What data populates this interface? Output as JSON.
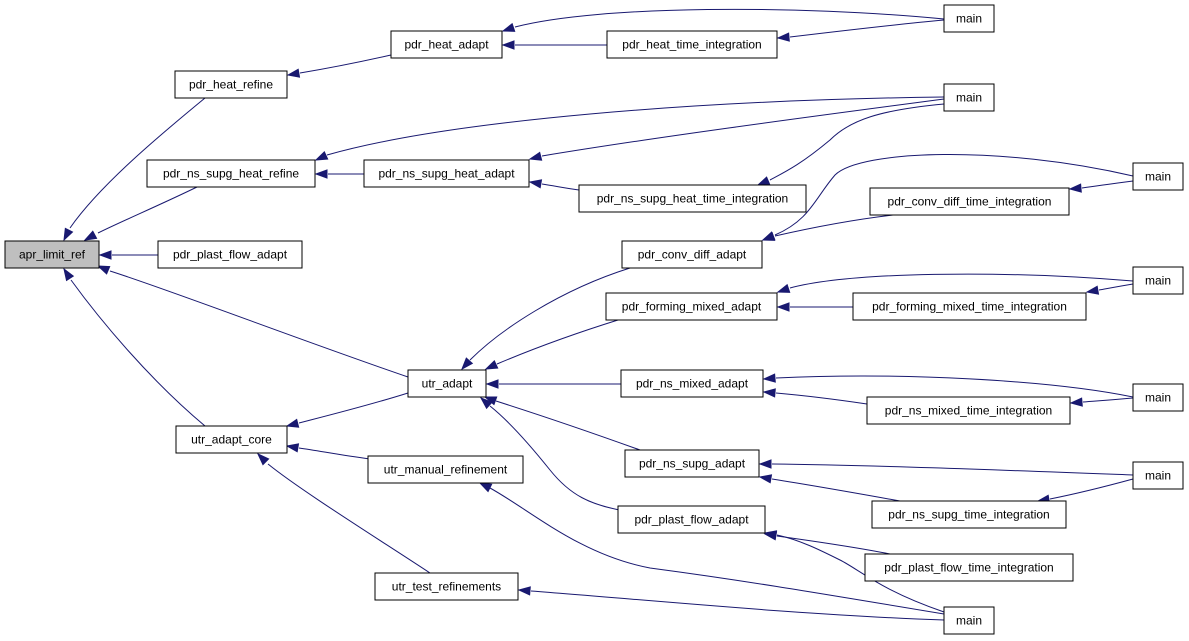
{
  "root": "apr_limit_ref",
  "nodes": [
    {
      "id": "apr_limit_ref",
      "label": "apr_limit_ref"
    },
    {
      "id": "pdr_heat_refine",
      "label": "pdr_heat_refine"
    },
    {
      "id": "pdr_heat_adapt",
      "label": "pdr_heat_adapt"
    },
    {
      "id": "pdr_heat_time_integration",
      "label": "pdr_heat_time_integration"
    },
    {
      "id": "main1",
      "label": "main"
    },
    {
      "id": "main2",
      "label": "main"
    },
    {
      "id": "pdr_ns_supg_heat_refine",
      "label": "pdr_ns_supg_heat_refine"
    },
    {
      "id": "pdr_ns_supg_heat_adapt",
      "label": "pdr_ns_supg_heat_adapt"
    },
    {
      "id": "pdr_ns_supg_heat_time_integration",
      "label": "pdr_ns_supg_heat_time_integration"
    },
    {
      "id": "main3",
      "label": "main"
    },
    {
      "id": "pdr_conv_diff_time_integration",
      "label": "pdr_conv_diff_time_integration"
    },
    {
      "id": "pdr_plast_flow_adapt_a",
      "label": "pdr_plast_flow_adapt"
    },
    {
      "id": "pdr_conv_diff_adapt",
      "label": "pdr_conv_diff_adapt"
    },
    {
      "id": "main4",
      "label": "main"
    },
    {
      "id": "pdr_forming_mixed_adapt",
      "label": "pdr_forming_mixed_adapt"
    },
    {
      "id": "pdr_forming_mixed_time_integration",
      "label": "pdr_forming_mixed_time_integration"
    },
    {
      "id": "utr_adapt",
      "label": "utr_adapt"
    },
    {
      "id": "pdr_ns_mixed_adapt",
      "label": "pdr_ns_mixed_adapt"
    },
    {
      "id": "main5",
      "label": "main"
    },
    {
      "id": "pdr_ns_mixed_time_integration",
      "label": "pdr_ns_mixed_time_integration"
    },
    {
      "id": "utr_adapt_core",
      "label": "utr_adapt_core"
    },
    {
      "id": "pdr_ns_supg_adapt",
      "label": "pdr_ns_supg_adapt"
    },
    {
      "id": "utr_manual_refinement",
      "label": "utr_manual_refinement"
    },
    {
      "id": "main6",
      "label": "main"
    },
    {
      "id": "pdr_ns_supg_time_integration",
      "label": "pdr_ns_supg_time_integration"
    },
    {
      "id": "pdr_plast_flow_adapt_b",
      "label": "pdr_plast_flow_adapt"
    },
    {
      "id": "pdr_plast_flow_time_integration",
      "label": "pdr_plast_flow_time_integration"
    },
    {
      "id": "utr_test_refinements",
      "label": "utr_test_refinements"
    },
    {
      "id": "main7",
      "label": "main"
    }
  ],
  "edges": [
    {
      "from": "pdr_heat_refine",
      "to": "apr_limit_ref"
    },
    {
      "from": "pdr_ns_supg_heat_refine",
      "to": "apr_limit_ref"
    },
    {
      "from": "pdr_plast_flow_adapt_a",
      "to": "apr_limit_ref"
    },
    {
      "from": "utr_adapt",
      "to": "apr_limit_ref"
    },
    {
      "from": "utr_adapt_core",
      "to": "apr_limit_ref"
    },
    {
      "from": "pdr_heat_adapt",
      "to": "pdr_heat_refine"
    },
    {
      "from": "main1",
      "to": "pdr_heat_adapt"
    },
    {
      "from": "pdr_heat_time_integration",
      "to": "pdr_heat_adapt"
    },
    {
      "from": "main1",
      "to": "pdr_heat_time_integration"
    },
    {
      "from": "main2",
      "to": "pdr_ns_supg_heat_refine"
    },
    {
      "from": "pdr_ns_supg_heat_adapt",
      "to": "pdr_ns_supg_heat_refine"
    },
    {
      "from": "main2",
      "to": "pdr_ns_supg_heat_adapt"
    },
    {
      "from": "pdr_ns_supg_heat_time_integration",
      "to": "pdr_ns_supg_heat_adapt"
    },
    {
      "from": "main2",
      "to": "pdr_ns_supg_heat_time_integration"
    },
    {
      "from": "pdr_conv_diff_adapt",
      "to": "utr_adapt"
    },
    {
      "from": "main3",
      "to": "pdr_conv_diff_adapt"
    },
    {
      "from": "pdr_conv_diff_time_integration",
      "to": "pdr_conv_diff_adapt"
    },
    {
      "from": "main3",
      "to": "pdr_conv_diff_time_integration"
    },
    {
      "from": "pdr_forming_mixed_adapt",
      "to": "utr_adapt"
    },
    {
      "from": "main4",
      "to": "pdr_forming_mixed_adapt"
    },
    {
      "from": "pdr_forming_mixed_time_integration",
      "to": "pdr_forming_mixed_adapt"
    },
    {
      "from": "main4",
      "to": "pdr_forming_mixed_time_integration"
    },
    {
      "from": "pdr_ns_mixed_adapt",
      "to": "utr_adapt"
    },
    {
      "from": "main5",
      "to": "pdr_ns_mixed_adapt"
    },
    {
      "from": "pdr_ns_mixed_time_integration",
      "to": "pdr_ns_mixed_adapt"
    },
    {
      "from": "main5",
      "to": "pdr_ns_mixed_time_integration"
    },
    {
      "from": "pdr_ns_supg_adapt",
      "to": "utr_adapt"
    },
    {
      "from": "main6",
      "to": "pdr_ns_supg_adapt"
    },
    {
      "from": "pdr_ns_supg_time_integration",
      "to": "pdr_ns_supg_adapt"
    },
    {
      "from": "main6",
      "to": "pdr_ns_supg_time_integration"
    },
    {
      "from": "pdr_plast_flow_adapt_b",
      "to": "utr_adapt"
    },
    {
      "from": "main7",
      "to": "pdr_plast_flow_adapt_b"
    },
    {
      "from": "pdr_plast_flow_time_integration",
      "to": "pdr_plast_flow_adapt_b"
    },
    {
      "from": "utr_adapt",
      "to": "utr_adapt_core"
    },
    {
      "from": "utr_manual_refinement",
      "to": "utr_adapt_core"
    },
    {
      "from": "main7",
      "to": "utr_manual_refinement"
    },
    {
      "from": "utr_test_refinements",
      "to": "utr_adapt_core"
    },
    {
      "from": "main7",
      "to": "utr_test_refinements"
    }
  ]
}
